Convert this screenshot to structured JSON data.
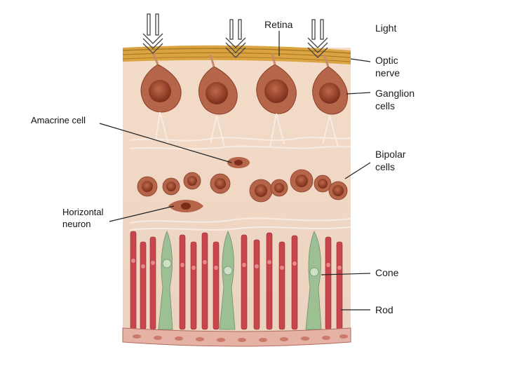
{
  "labels": {
    "retina": "Retina",
    "light": "Light",
    "optic_nerve_1": "Optic",
    "optic_nerve_2": "nerve",
    "ganglion_1": "Ganglion",
    "ganglion_2": "cells",
    "bipolar_1": "Bipolar",
    "bipolar_2": "cells",
    "cone": "Cone",
    "rod": "Rod",
    "amacrine": "Amacrine cell",
    "horizontal_1": "Horizontal",
    "horizontal_2": "neuron"
  },
  "colors": {
    "tissue": "#efd9c8",
    "nerve_fiber": "#d9a441",
    "cell_body": "#a8553d",
    "nucleus": "#8a3a22",
    "rod": "#c9454c",
    "cone": "#9dbf94",
    "leader": "#222222"
  }
}
